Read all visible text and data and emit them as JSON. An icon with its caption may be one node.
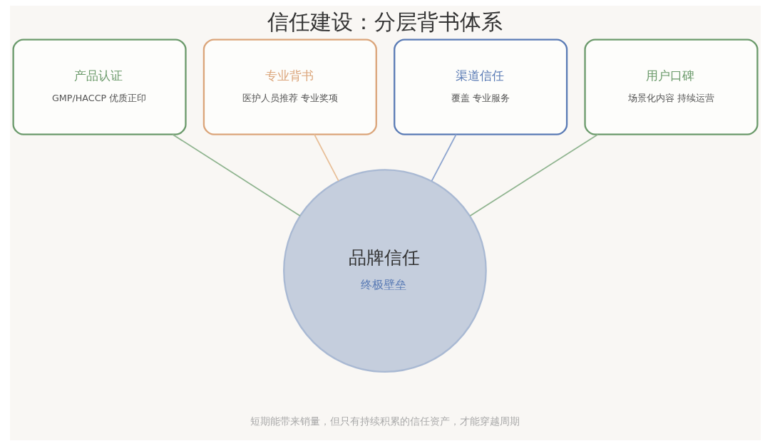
{
  "diagram": {
    "title": "信任建设：分层背书体系",
    "caption": "短期能带来销量，但只有持续积累的信任资产，才能穿越周期",
    "nodes": [
      {
        "text": [
          "产品认证",
          "GMP/HACCP 优质正印"
        ]
      },
      {
        "text": [
          "专业背书",
          "医护人员推荐 专业奖项"
        ]
      },
      {
        "text": [
          "渠道信任",
          "覆盖 专业服务"
        ]
      },
      {
        "text": [
          "用户口碑",
          "场景化内容 持续运营"
        ]
      },
      {
        "text": [
          "品牌信任",
          "终极壁垒"
        ]
      }
    ],
    "edges": [
      {
        "from": 0,
        "to": 4,
        "arrow": "none",
        "color": "#8fb48f"
      },
      {
        "from": 1,
        "to": 4,
        "arrow": "none",
        "color": "#e8bf98"
      },
      {
        "from": 2,
        "to": 4,
        "arrow": "none",
        "color": "#8ea5cf"
      },
      {
        "from": 3,
        "to": 4,
        "arrow": "none",
        "color": "#8fb48f"
      }
    ]
  }
}
